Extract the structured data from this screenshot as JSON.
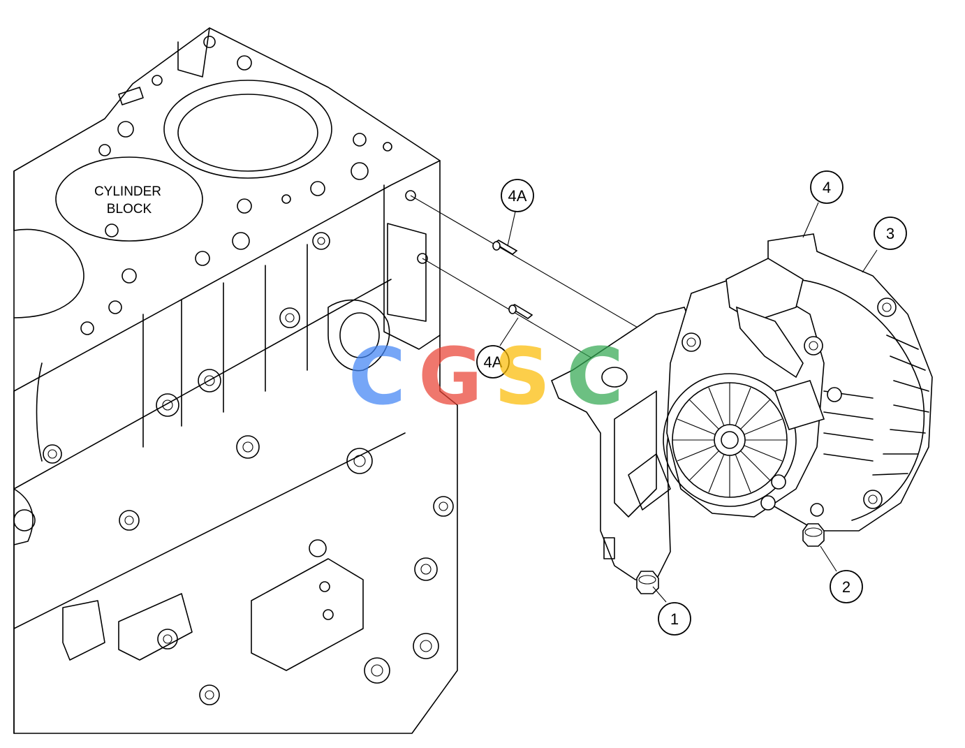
{
  "block_label": [
    "CYLINDER",
    "BLOCK"
  ],
  "callouts": [
    {
      "id": "c1",
      "text": "1"
    },
    {
      "id": "c2",
      "text": "2"
    },
    {
      "id": "c3",
      "text": "3"
    },
    {
      "id": "c4",
      "text": "4"
    },
    {
      "id": "c4a_top",
      "text": "4A"
    },
    {
      "id": "c4a_mid",
      "text": "4A"
    }
  ],
  "watermark": {
    "letters": [
      "C",
      "G",
      "S",
      "C"
    ],
    "colors": [
      "#4285F4",
      "#EA4335",
      "#FBBC05",
      "#34A853"
    ]
  }
}
